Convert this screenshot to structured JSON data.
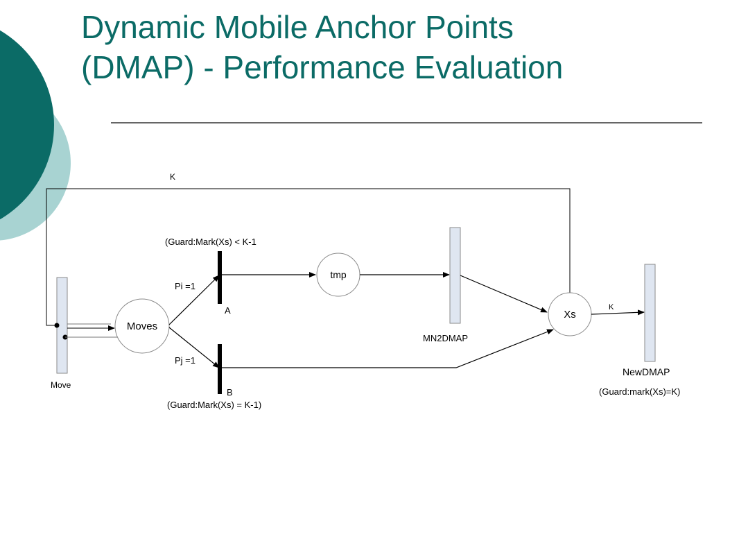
{
  "slide": {
    "title_line1": "Dynamic Mobile Anchor Points",
    "title_line2": "(DMAP) - Performance Evaluation"
  },
  "diagram": {
    "places": {
      "moves": "Moves",
      "tmp": "tmp",
      "xs": "Xs"
    },
    "transitions": {
      "move": "Move",
      "a": "A",
      "b": "B",
      "mn2dmap": "MN2DMAP",
      "newdmap": "NewDMAP"
    },
    "guards": {
      "a": "(Guard:Mark(Xs) < K-1",
      "b": "(Guard:Mark(Xs) = K-1)",
      "newdmap": "(Guard:mark(Xs)=K)"
    },
    "arc_labels": {
      "k_feedback": "K",
      "k_out": "K",
      "pi": "Pi =1",
      "pj": "Pj =1"
    }
  },
  "colors": {
    "title": "#0b6b66",
    "circle_dark": "#0b6b66",
    "circle_light": "#a8d3d2",
    "transition_fill": "#dfe6f1",
    "transition_stroke": "#8a8a8a"
  }
}
